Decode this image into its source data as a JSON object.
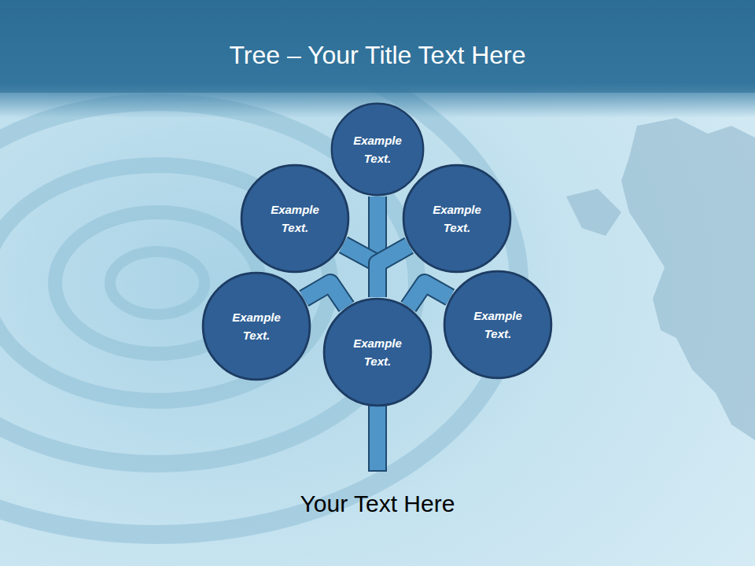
{
  "diagram": {
    "title": "Tree – Your Title Text Here",
    "caption": "Your Text Here",
    "nodes": [
      {
        "text": [
          "Example Text."
        ]
      },
      {
        "text": [
          "Example Text."
        ]
      },
      {
        "text": [
          "Example Text."
        ]
      },
      {
        "text": [
          "Example Text."
        ]
      },
      {
        "text": [
          "Example Text."
        ]
      },
      {
        "text": [
          "Example Text."
        ]
      }
    ],
    "edges": [
      {
        "from": 4,
        "to": 0,
        "arrow": "none"
      },
      {
        "from": 4,
        "to": 1,
        "arrow": "none"
      },
      {
        "from": 4,
        "to": 2,
        "arrow": "none"
      },
      {
        "from": 4,
        "to": 3,
        "arrow": "none"
      },
      {
        "from": 4,
        "to": 5,
        "arrow": "none"
      }
    ]
  }
}
